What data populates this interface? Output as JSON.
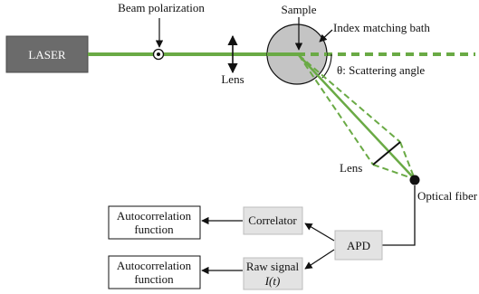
{
  "labels": {
    "laser": "LASER",
    "beam_polarization": "Beam polarization",
    "sample": "Sample",
    "index_matching_bath": "Index matching bath",
    "lens_upper": "Lens",
    "scattering_angle": "θ: Scattering angle",
    "lens_lower": "Lens",
    "optical_fiber": "Optical fiber",
    "apd": "APD",
    "correlator": "Correlator",
    "raw_signal_line1": "Raw signal",
    "raw_signal_line2": "I(t)",
    "autocorrelation_top_line1": "Autocorrelation",
    "autocorrelation_top_line2": "function",
    "autocorrelation_bottom_line1": "Autocorrelation",
    "autocorrelation_bottom_line2": "function"
  },
  "colors": {
    "beam": "#6aaa45",
    "laser_box": "#6b6b6b",
    "sample_circle": "#c4c4c4",
    "gray_box": "#e3e3e3"
  }
}
